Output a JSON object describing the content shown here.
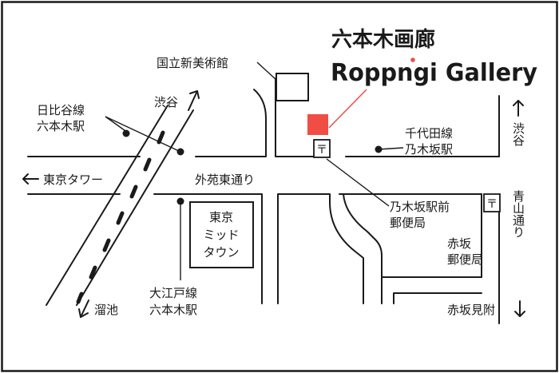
{
  "title": {
    "jp": "六本木画廊",
    "en_pre": "Roppngi",
    "en_post": " Gallery"
  },
  "labels": {
    "national_art_center": "国立新美術館",
    "hibiya_line_1": "日比谷線",
    "hibiya_line_2": "六本木駅",
    "shibuya_top": "渋谷",
    "chiyoda_line_1": "千代田線",
    "chiyoda_line_2": "乃木坂駅",
    "shibuya_right": "渋谷",
    "tokyo_tower": "東京タワー",
    "gaien_higashi": "外苑東通り",
    "aoyama_dori": "青山通り",
    "midtown_1": "東京",
    "midtown_2": "ミッド",
    "midtown_3": "タウン",
    "nogizaka_po_1": "乃木坂駅前",
    "nogizaka_po_2": "郵便局",
    "akasaka_po_1": "赤坂",
    "akasaka_po_2": "郵便局",
    "tameike": "溜池",
    "oedo_line_1": "大江戸線",
    "oedo_line_2": "六本木駅",
    "akasaka_mitsuke": "赤坂見附",
    "post_mark": "〒"
  },
  "colors": {
    "gallery_marker": "#f04e45",
    "ink": "#1a1a1a"
  },
  "icons": [
    "arrow-left-icon",
    "arrow-up-icon",
    "arrow-down-icon",
    "post-office-icon",
    "station-dot-icon"
  ]
}
